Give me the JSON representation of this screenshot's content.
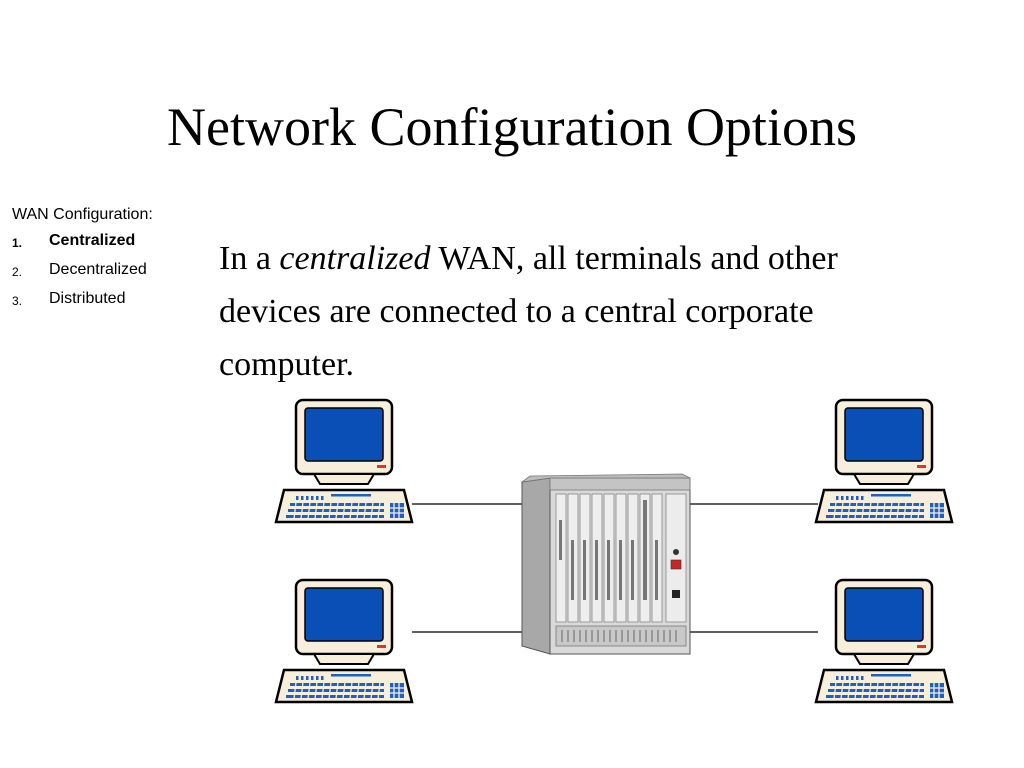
{
  "slide": {
    "title": "Network Configuration Options"
  },
  "sidebar": {
    "heading": "WAN Configuration:",
    "items": [
      {
        "number": "1.",
        "label": "Centralized",
        "active": true
      },
      {
        "number": "2.",
        "label": "Decentralized",
        "active": false
      },
      {
        "number": "3.",
        "label": "Distributed",
        "active": false
      }
    ]
  },
  "body": {
    "prefix": "In a ",
    "emphasis": "centralized",
    "suffix": " WAN, all terminals and other devices are connected to a central corporate computer."
  },
  "diagram": {
    "terminals": [
      {
        "name": "terminal-top-left"
      },
      {
        "name": "terminal-bottom-left"
      },
      {
        "name": "terminal-top-right"
      },
      {
        "name": "terminal-bottom-right"
      }
    ],
    "central_computer": {
      "name": "central-corporate-computer"
    },
    "colors": {
      "screen": "#0a4fb5",
      "terminal_body": "#f7eedb",
      "key": "#1f5fc4",
      "power_led": "#e53030",
      "rack": "#d4d4d4",
      "line": "#000000"
    }
  }
}
